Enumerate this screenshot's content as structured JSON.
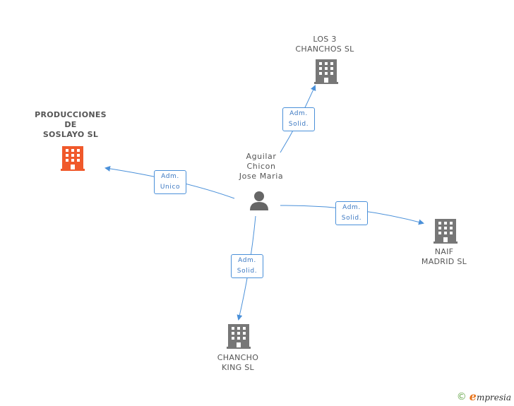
{
  "center": {
    "name": "Aguilar\nChicon\nJose Maria",
    "icon": "person-icon"
  },
  "companies": [
    {
      "id": "producciones",
      "name": "PRODUCCIONES\nDE\nSOSLAYO SL",
      "icon": "building-icon",
      "highlight": true
    },
    {
      "id": "los3",
      "name": "LOS 3\nCHANCHOS  SL",
      "icon": "building-icon",
      "highlight": false
    },
    {
      "id": "naif",
      "name": "NAIF\nMADRID SL",
      "icon": "building-icon",
      "highlight": false
    },
    {
      "id": "chancho",
      "name": "CHANCHO\nKING SL",
      "icon": "building-icon",
      "highlight": false
    }
  ],
  "relations": [
    {
      "to": "producciones",
      "label": "Adm.\nUnico"
    },
    {
      "to": "los3",
      "label": "Adm.\nSolid."
    },
    {
      "to": "naif",
      "label": "Adm.\nSolid."
    },
    {
      "to": "chancho",
      "label": "Adm.\nSolid."
    }
  ],
  "colors": {
    "edge": "#4a90d9",
    "highlight": "#f0592b",
    "building": "#777777",
    "person": "#666666"
  },
  "footer": {
    "copyright": "©",
    "brand_initial": "e",
    "brand_rest": "mpresia"
  }
}
